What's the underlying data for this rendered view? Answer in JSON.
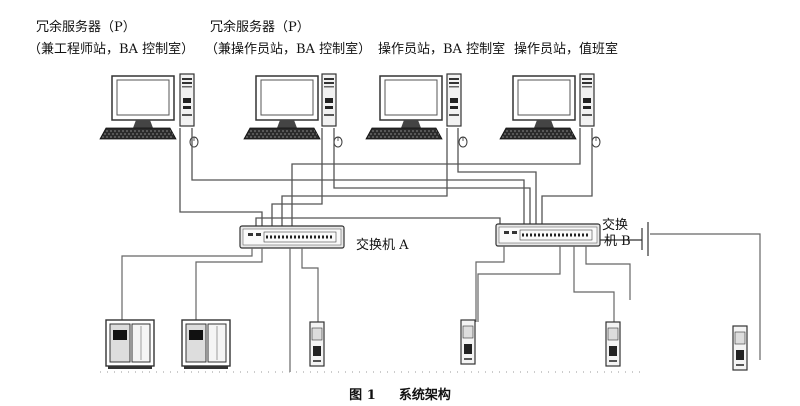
{
  "labels": {
    "server1_line1": "冗余服务器（P）",
    "server1_line2": "（兼工程师站，BA 控制室）",
    "server2_line1": "冗余服务器（P）",
    "server2_line2": "（兼操作员站，BA 控制室）",
    "workstation3": "操作员站，BA 控制室",
    "workstation4": "操作员站，值班室",
    "switch_a": "交换机 A",
    "switch_b_line1": "交换",
    "switch_b_line2": "机 B"
  },
  "caption": {
    "figure_number": "图 1",
    "title": "系统架构"
  }
}
